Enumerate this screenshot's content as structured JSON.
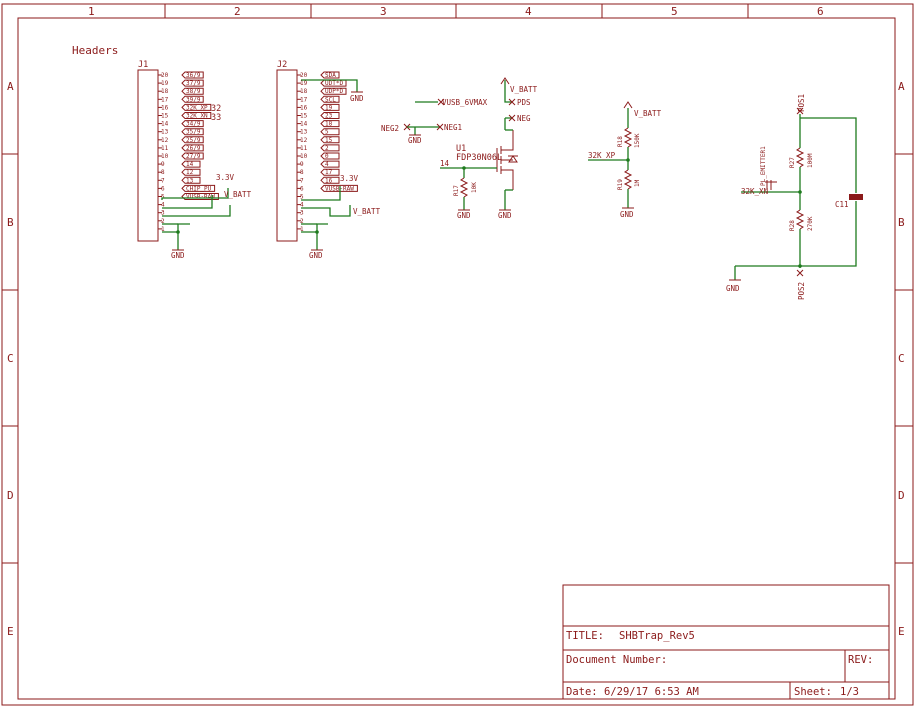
{
  "colors": {
    "frame": "#8b1a1a",
    "wire": "#1e7b1e",
    "background": "#ffffff"
  },
  "frame": {
    "columns": [
      "1",
      "2",
      "3",
      "4",
      "5",
      "6"
    ],
    "rows": [
      "A",
      "B",
      "C",
      "D",
      "E"
    ]
  },
  "section_title": "Headers",
  "j1": {
    "ref": "J1",
    "pins": [
      "20",
      "19",
      "18",
      "17",
      "16",
      "15",
      "14",
      "13",
      "12",
      "11",
      "10",
      "9",
      "8",
      "7",
      "6",
      "5",
      "4",
      "3",
      "2",
      "1"
    ],
    "labels": [
      "36/9",
      "37/9",
      "38/9",
      "39/9",
      "32K_XP",
      "32K_XN",
      "34/9",
      "35/9",
      "25/9",
      "26/9",
      "27/9",
      "14",
      "12",
      "13",
      "CHIP_PU",
      "VUSB-RAW"
    ],
    "extra_32": "32",
    "extra_33": "33",
    "pwr_3v3": "3.3V",
    "pwr_vbatt": "V_BATT",
    "gnd": "GND"
  },
  "j2": {
    "ref": "J2",
    "pins": [
      "20",
      "19",
      "18",
      "17",
      "16",
      "15",
      "14",
      "13",
      "12",
      "11",
      "10",
      "9",
      "8",
      "7",
      "6",
      "5",
      "4",
      "3",
      "2",
      "1"
    ],
    "labels": [
      "SDA",
      "UDT*D",
      "UDP*D",
      "SCL",
      "19",
      "23",
      "18",
      "5",
      "15",
      "2",
      "0",
      "4",
      "17",
      "16",
      "VUSB-RAW"
    ],
    "gnd_top": "GND",
    "pwr_3v3": "3.3V",
    "pwr_vbatt": "V_BATT",
    "gnd": "GND"
  },
  "mosfet": {
    "vusb": "VUSB_6VMAX",
    "vbatt": "V_BATT",
    "pds": "PDS",
    "neg": "NEG",
    "neg2": "NEG2",
    "neg1": "NEG1",
    "gnd_left": "GND",
    "ref": "U1",
    "part": "FDP30N06L",
    "pin14": "14",
    "r17_ref": "R17",
    "r17_val": "10K",
    "gnd_r17": "GND",
    "gnd_q": "GND"
  },
  "divider": {
    "vbatt": "V_BATT",
    "r18_ref": "R18",
    "r18_val": "150K",
    "net": "32K_XP",
    "r19_ref": "R19",
    "r19_val": "1M",
    "gnd": "GND"
  },
  "pulse": {
    "pos1": "POS1",
    "pos2": "POS2",
    "emitter": "PL_EMITTER1",
    "net": "32K_XN",
    "r27_ref": "R27",
    "r27_val": "100M",
    "r28_ref": "R28",
    "r28_val": "270K",
    "c11": "C11",
    "gnd": "GND"
  },
  "title_block": {
    "title_label": "TITLE:",
    "title_value": "SHBTrap_Rev5",
    "docnum_label": "Document Number:",
    "rev_label": "REV:",
    "date_label": "Date:",
    "date_value": "6/29/17 6:53 AM",
    "sheet_label": "Sheet:",
    "sheet_value": "1/3"
  }
}
